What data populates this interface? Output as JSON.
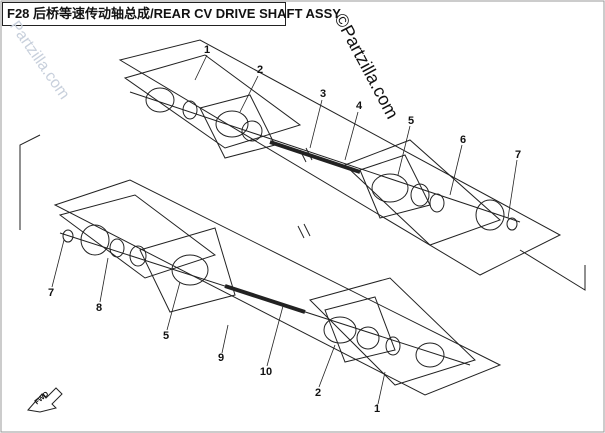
{
  "title": "F28 后桥等速传动轴总成/REAR CV DRIVE SHAFT ASSY",
  "watermark": "©Partzilla.com",
  "ghost_watermark": "Partzilla.com",
  "fwd_label": "FWD",
  "callouts": {
    "c1_top": "1",
    "c2_top": "2",
    "c3_top": "3",
    "c4_top": "4",
    "c5_top": "5",
    "c6_top": "6",
    "c7_top": "7",
    "c7_bottom": "7",
    "c8_bottom": "8",
    "c5_bottom": "5",
    "c9_bottom": "9",
    "c10_bottom": "10",
    "c2_bottom": "2",
    "c1_bottom": "1"
  }
}
